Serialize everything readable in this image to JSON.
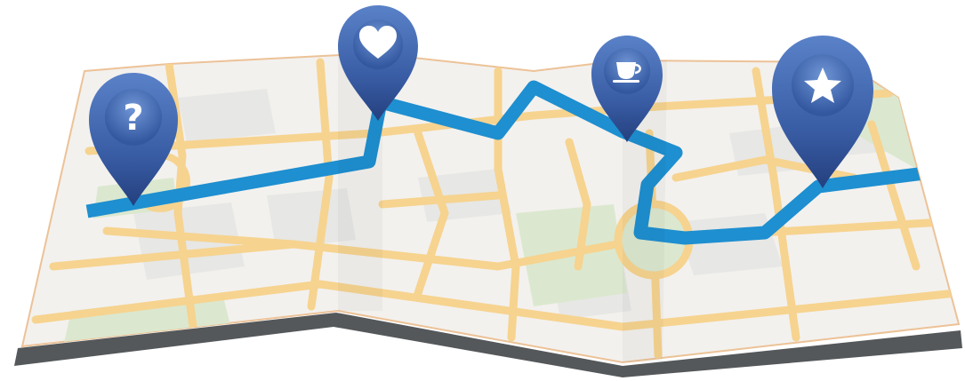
{
  "illustration": {
    "subject": "folded-city-map-with-route",
    "colors": {
      "background": "#ffffff",
      "paper": "#f3f1ee",
      "paper_edge": "#e9b98a",
      "block": "#e6e6e4",
      "park": "#dbe8cf",
      "road": "#f6d38f",
      "route": "#1e8fd0",
      "shadow": "#55585a",
      "pin": "#3a5ea6",
      "pin_dark": "#233f7d",
      "pin_light": "#6b8fd0",
      "glyph": "#ffffff"
    }
  },
  "pins": [
    {
      "id": "question",
      "icon": "question-mark-icon",
      "glyph": "?"
    },
    {
      "id": "favorite",
      "icon": "heart-icon",
      "glyph": ""
    },
    {
      "id": "cafe",
      "icon": "coffee-cup-icon",
      "glyph": ""
    },
    {
      "id": "starred",
      "icon": "star-icon",
      "glyph": ""
    }
  ]
}
